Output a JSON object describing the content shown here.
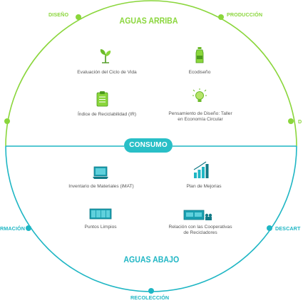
{
  "colors": {
    "green": "#8ad63b",
    "teal": "#1fb6c4",
    "pill": "#29bfc7",
    "icon_green": "#6cbb2a",
    "icon_teal": "#1a9fb0",
    "text": "#555555"
  },
  "sections": {
    "top": "AGUAS ARRIBA",
    "bottom": "AGUAS ABAJO"
  },
  "center": {
    "label": "CONSUMO"
  },
  "ring_labels": {
    "design": "DISEÑO",
    "production": "PRODUCCIÓN",
    "right_cut": "D",
    "formation_cut": "RMACIÓN",
    "discard_cut": "DESCART",
    "collection": "RECOLECCIÓN"
  },
  "top_items": [
    {
      "label": "Evaluación del Ciclo de Vida",
      "icon": "sprout-icon"
    },
    {
      "label": "Ecodiseño",
      "icon": "bottle-icon"
    },
    {
      "label": "Índice de Reciclabilidad (IR)",
      "icon": "clipboard-icon"
    },
    {
      "label_line1": "Pensamiento de Diseño: Taller",
      "label_line2": "en Economía Circular",
      "icon": "lightbulb-icon"
    }
  ],
  "bottom_items": [
    {
      "label": "Inventario de Materiales (iMAT)",
      "icon": "laptop-icon"
    },
    {
      "label": "Plan de Mejorias",
      "icon": "growth-chart-icon"
    },
    {
      "label": "Puntos Limpios",
      "icon": "recycling-bins-icon"
    },
    {
      "label_line1": "Relación con las Cooperativas",
      "label_line2": "de Recicladores",
      "icon": "cooperative-icon"
    }
  ]
}
